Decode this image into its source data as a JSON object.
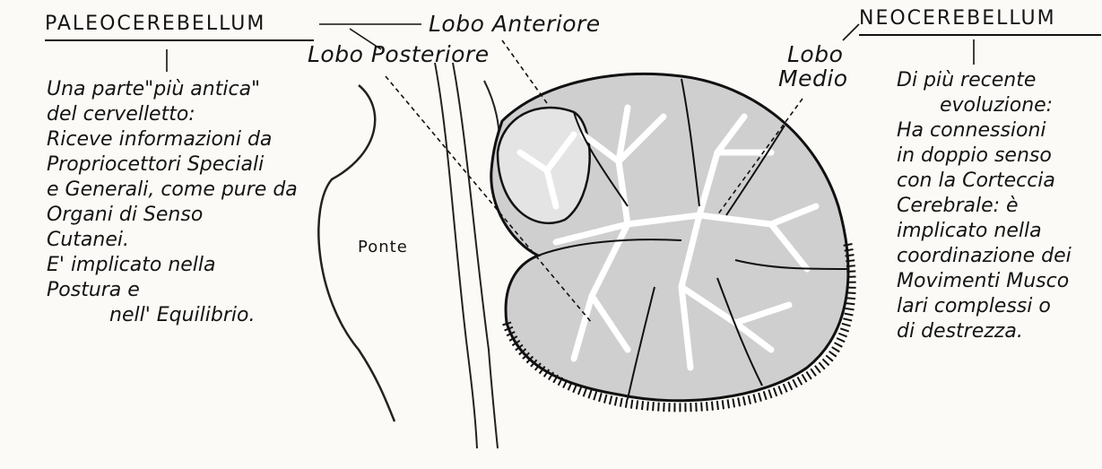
{
  "left": {
    "title": "PALEOCEREBELLUM",
    "lines": [
      "Una parte\"più antica\"",
      "del cervelletto:",
      "Riceve informazioni da",
      "Propriocettori Speciali",
      "e Generali, come pure da",
      "Organi di Senso",
      "Cutanei.",
      "E' implicato nella",
      "Postura e",
      "nell' Equilibrio."
    ]
  },
  "right": {
    "title": "NEOCEREBELLUM",
    "lines": [
      "Di più recente",
      "evoluzione:",
      "Ha connessioni",
      "in doppio senso",
      "con la Corteccia",
      "Cerebrale: è",
      "implicato nella",
      "coordinazione dei",
      "Movimenti Musco",
      "lari complessi o",
      "di destrezza."
    ]
  },
  "labels": {
    "lobo_anteriore": "Lobo Anteriore",
    "lobo_posteriore": "Lobo Posteriore",
    "lobo_medio_1": "Lobo",
    "lobo_medio_2": "Medio",
    "ponte": "Ponte"
  },
  "colors": {
    "ink": "#141414",
    "paper": "#fbfaf6",
    "tissue": "#bdbdbd"
  }
}
